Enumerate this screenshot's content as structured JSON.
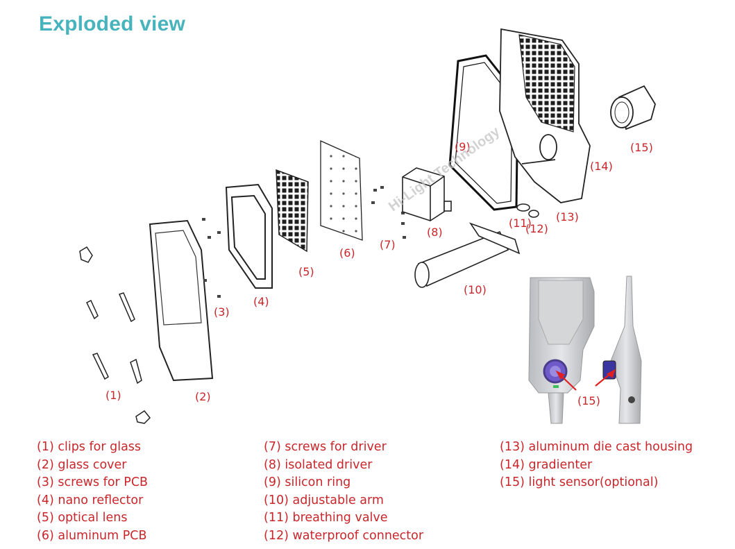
{
  "title": "Exploded view",
  "watermark": "Hi-Light Technology",
  "callouts": {
    "c1": "(1)",
    "c2": "(2)",
    "c3": "(3)",
    "c4": "(4)",
    "c5": "(5)",
    "c6": "(6)",
    "c7": "(7)",
    "c8": "(8)",
    "c9": "(9)",
    "c10": "(10)",
    "c11": "(11)",
    "c12": "(12)",
    "c13": "(13)",
    "c14": "(14)",
    "c15": "(15)",
    "c15b": "(15)"
  },
  "legend": {
    "col1": [
      "(1) clips for glass",
      "(2) glass cover",
      "(3) screws for PCB",
      "(4) nano reflector",
      "(5) optical lens",
      "(6) aluminum PCB"
    ],
    "col2": [
      "(7) screws for driver",
      "(8) isolated driver",
      "(9) silicon ring",
      "(10) adjustable arm",
      "(11) breathing valve",
      "(12) waterproof connector"
    ],
    "col3": [
      "(13) aluminum die cast housing",
      "(14) gradienter",
      "(15) light sensor(optional)"
    ]
  }
}
